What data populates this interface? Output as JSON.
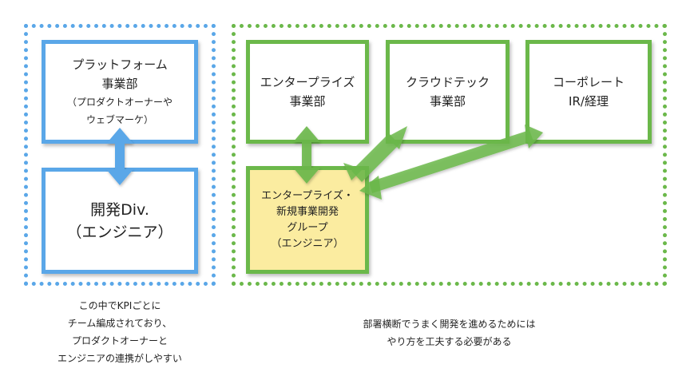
{
  "left_group": {
    "platform_box": {
      "lines": [
        "プラットフォーム",
        "事業部",
        "（プロダクトオーナーや",
        "ウェブマーケ）"
      ]
    },
    "dev_box": {
      "lines": [
        "開発Div.",
        "（エンジニア）"
      ]
    },
    "caption": [
      "この中でKPIごとに",
      "チーム編成されており、",
      "プロダクトオーナーと",
      "エンジニアの連携がしやすい"
    ]
  },
  "right_group": {
    "enterprise_box": {
      "lines": [
        "エンタープライズ",
        "事業部"
      ]
    },
    "cloudtech_box": {
      "lines": [
        "クラウドテック",
        "事業部"
      ]
    },
    "corporate_box": {
      "lines": [
        "コーポレート",
        "IR/経理"
      ]
    },
    "new_biz_box": {
      "lines": [
        "エンタープライズ・",
        "新規事業開発",
        "グループ",
        "（エンジニア）"
      ]
    },
    "caption": [
      "部署横断でうまく開発を進めるためには",
      "やり方を工夫する必要がある"
    ]
  },
  "colors": {
    "blue": "#5aa7e8",
    "green": "#6bb84a",
    "yellow_fill": "#fbeca0"
  }
}
